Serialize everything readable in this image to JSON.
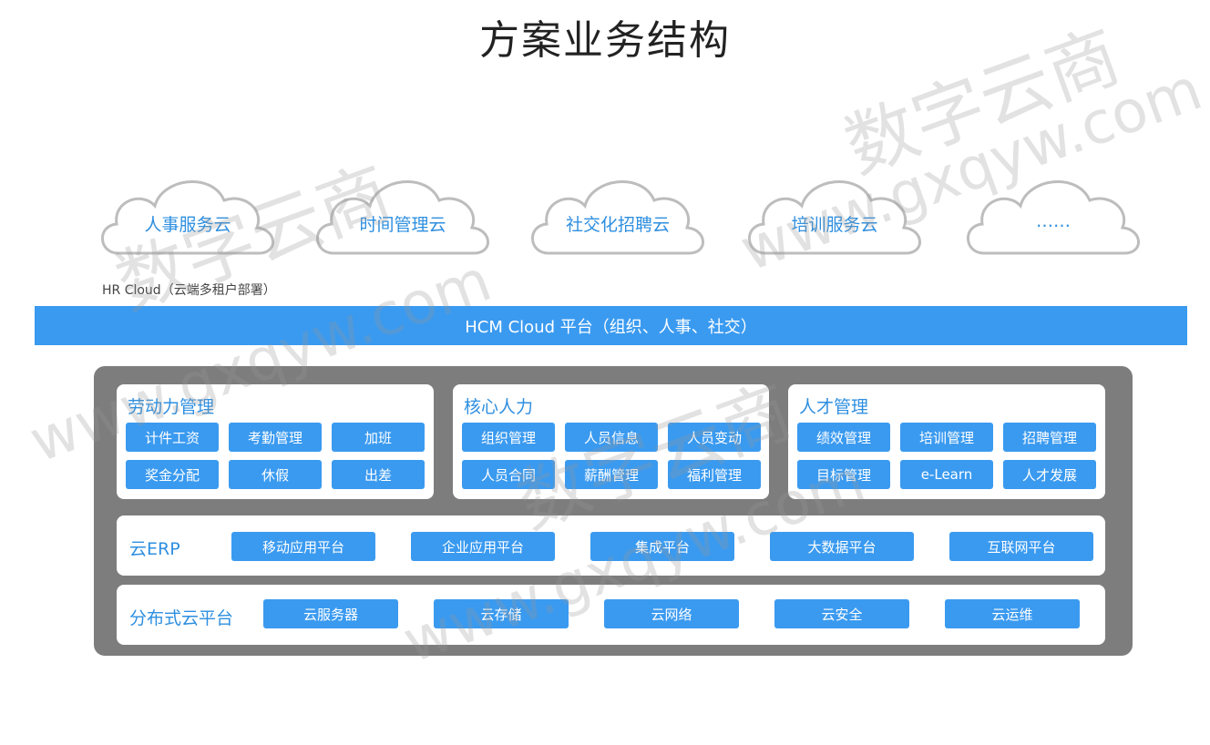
{
  "title": "方案业务结构",
  "clouds": [
    "人事服务云",
    "时间管理云",
    "社交化招聘云",
    "培训服务云",
    "……"
  ],
  "hr_label": "HR Cloud（云端多租户部署）",
  "hcm_bar": "HCM Cloud 平台（组织、人事、社交）",
  "modules": [
    {
      "title": "劳动力管理",
      "items": [
        "计件工资",
        "考勤管理",
        "加班",
        "奖金分配",
        "休假",
        "出差"
      ]
    },
    {
      "title": "核心人力",
      "items": [
        "组织管理",
        "人员信息",
        "人员变动",
        "人员合同",
        "薪酬管理",
        "福利管理"
      ]
    },
    {
      "title": "人才管理",
      "items": [
        "绩效管理",
        "培训管理",
        "招聘管理",
        "目标管理",
        "e-Learn",
        "人才发展"
      ]
    }
  ],
  "erp": {
    "label": "云ERP",
    "items": [
      "移动应用平台",
      "企业应用平台",
      "集成平台",
      "大数据平台",
      "互联网平台"
    ]
  },
  "distributed": {
    "label": "分布式云平台",
    "items": [
      "云服务器",
      "云存储",
      "云网络",
      "云安全",
      "云运维"
    ]
  },
  "watermarks": [
    "数字云商",
    "www.gxqyw.com"
  ]
}
